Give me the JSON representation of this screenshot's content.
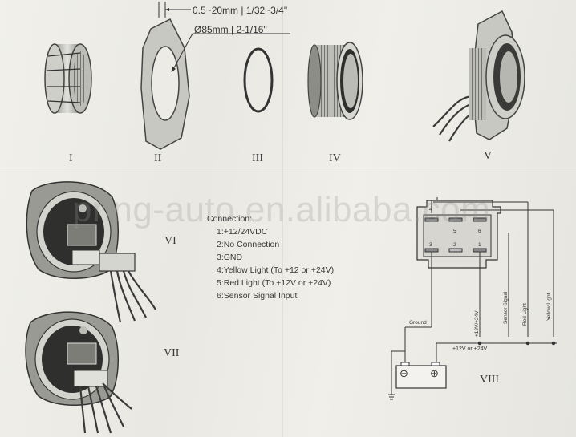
{
  "dimensions": {
    "thickness": "0.5~20mm | 1/32~3/4\"",
    "hole": "Ø85mm | 2-1/16\""
  },
  "parts": [
    "I",
    "II",
    "III",
    "IV",
    "V",
    "VI",
    "VII",
    "VIII"
  ],
  "watermark": "pring-auto.en.alibaba.com",
  "connection": {
    "title": "Connection:",
    "items": [
      "1:+12/24VDC",
      "2:No Connection",
      "3:GND",
      "4:Yellow Light  (To +12 or +24V)",
      "5:Red Light  (To +12V or +24V)",
      "6:Sensor Signal Input"
    ]
  },
  "wiring": {
    "pins": [
      "4",
      "5",
      "6",
      "3",
      "2",
      "1"
    ],
    "labels": {
      "ground": "Ground",
      "supply": "+12V/+24V",
      "sensor": "Sensor Signal",
      "red": "Red Light",
      "yellow": "Yellow Light",
      "bus": "+12V or +24V"
    },
    "battery": {
      "neg": "⊖",
      "pos": "⊕"
    }
  }
}
